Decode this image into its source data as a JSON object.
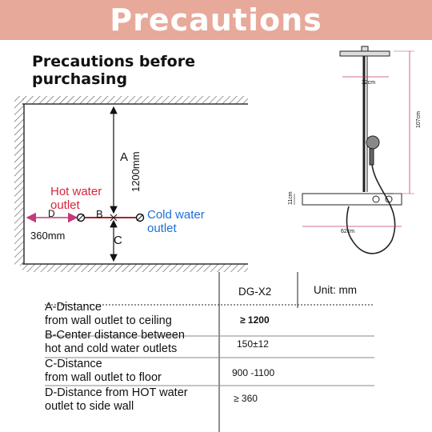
{
  "banner": {
    "title": "Precautions"
  },
  "heading": {
    "line1": "Precautions before",
    "line2": "purchasing"
  },
  "diagram": {
    "label_a": "A",
    "label_a_dim": "1200mm",
    "label_b": "B",
    "label_c": "C",
    "label_d": "D",
    "label_d_dim": "360mm",
    "hot_line1": "Hot water",
    "hot_line2": "outlet",
    "cold_line1": "Cold water",
    "cold_line2": "outlet",
    "colors": {
      "hot": "#d8263a",
      "cold": "#1f6fd6",
      "dim": "#c23b7a"
    }
  },
  "product": {
    "width_top": "32cm",
    "height_total": "107cm",
    "height_shelf": "11cm",
    "width_shelf": "62cm"
  },
  "table": {
    "model_header": "DG-X2",
    "unit_header": "Unit: mm",
    "rows": [
      {
        "label1": "A-Distance",
        "label2": "from wall outlet to ceiling",
        "value": "≥ 1200"
      },
      {
        "label1": "B-Center distance between",
        "label2": "hot and cold water outlets",
        "value": "150±12"
      },
      {
        "label1": "C-Distance",
        "label2": "from wall outlet to floor",
        "value": "900 -1100"
      },
      {
        "label1": "D-Distance from HOT water",
        "label2": "outlet to side wall",
        "value": "≥ 360"
      }
    ]
  }
}
